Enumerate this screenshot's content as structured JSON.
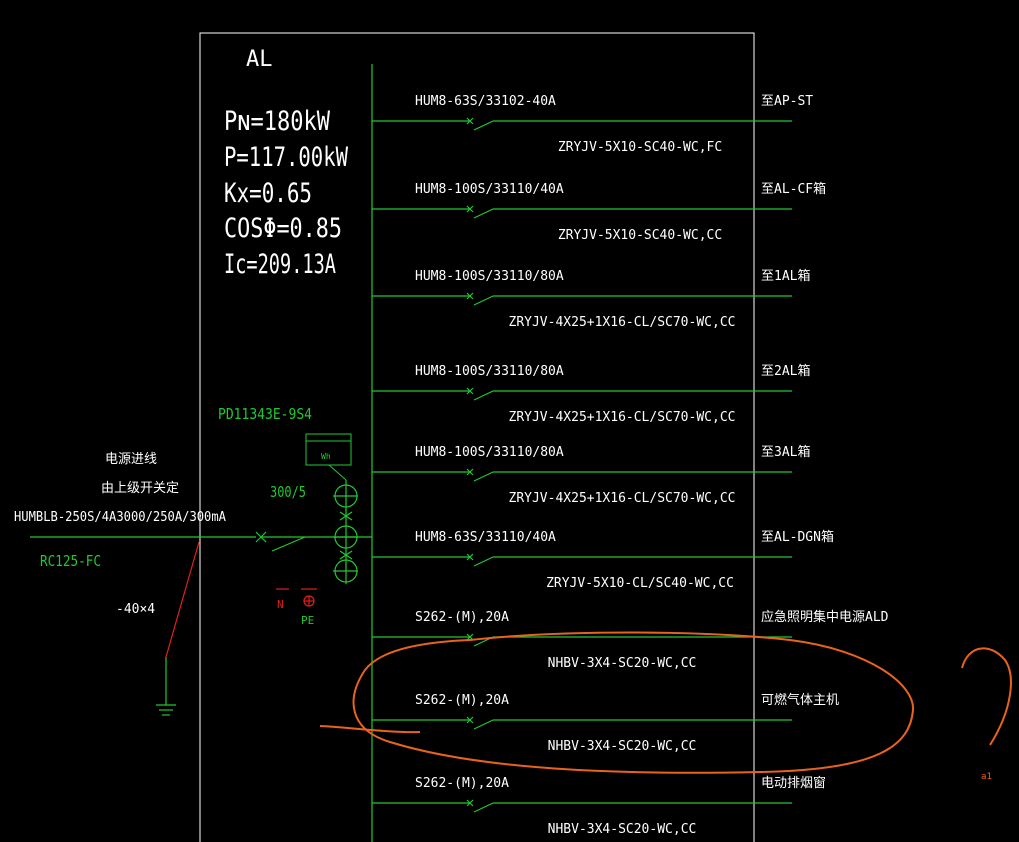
{
  "panel": {
    "name": "AL",
    "pn": "Pɴ=180kW",
    "p": "P=117.00kW",
    "kx": "Kx=0.65",
    "cos": "COSΦ=0.85",
    "ic": "Ic=209.13A"
  },
  "meter": {
    "code": "PD11343E-9S4",
    "label": "Wh",
    "ct_ratio": "300/5"
  },
  "incoming": {
    "line1": "电源进线",
    "line2": "由上级开关定",
    "breaker": "HUMBLB-250S/4A3000/250A/300mA",
    "cable": "RC125-FC",
    "earth": "-40×4"
  },
  "terminals": {
    "n": "N",
    "pe": "PE"
  },
  "circuits": [
    {
      "breaker": "HUM8-63S/33102-40A",
      "cable": "ZRYJV-5X10-SC40-WC,FC",
      "dest": "至AP-ST"
    },
    {
      "breaker": "HUM8-100S/33110/40A",
      "cable": "ZRYJV-5X10-SC40-WC,CC",
      "dest": "至AL-CF箱"
    },
    {
      "breaker": "HUM8-100S/33110/80A",
      "cable": "ZRYJV-4X25+1X16-CL/SC70-WC,CC",
      "dest": "至1AL箱"
    },
    {
      "breaker": "HUM8-100S/33110/80A",
      "cable": "ZRYJV-4X25+1X16-CL/SC70-WC,CC",
      "dest": "至2AL箱"
    },
    {
      "breaker": "HUM8-100S/33110/80A",
      "cable": "ZRYJV-4X25+1X16-CL/SC70-WC,CC",
      "dest": "至3AL箱"
    },
    {
      "breaker": "HUM8-63S/33110/40A",
      "cable": "ZRYJV-5X10-CL/SC40-WC,CC",
      "dest": "至AL-DGN箱"
    },
    {
      "breaker": "S262-(M),20A",
      "cable": "NHBV-3X4-SC20-WC,CC",
      "dest": "应急照明集中电源ALD"
    },
    {
      "breaker": "S262-(M),20A",
      "cable": "NHBV-3X4-SC20-WC,CC",
      "dest": "可燃气体主机"
    },
    {
      "breaker": "S262-(M),20A",
      "cable": "NHBV-3X4-SC20-WC,CC",
      "dest": "电动排烟窗"
    }
  ],
  "annotation": {
    "question": "?",
    "note": "a1"
  },
  "colors": {
    "background": "#000000",
    "text": "#ffffff",
    "line": "#22c832",
    "red": "#e02020",
    "markup": "#e8641e"
  }
}
